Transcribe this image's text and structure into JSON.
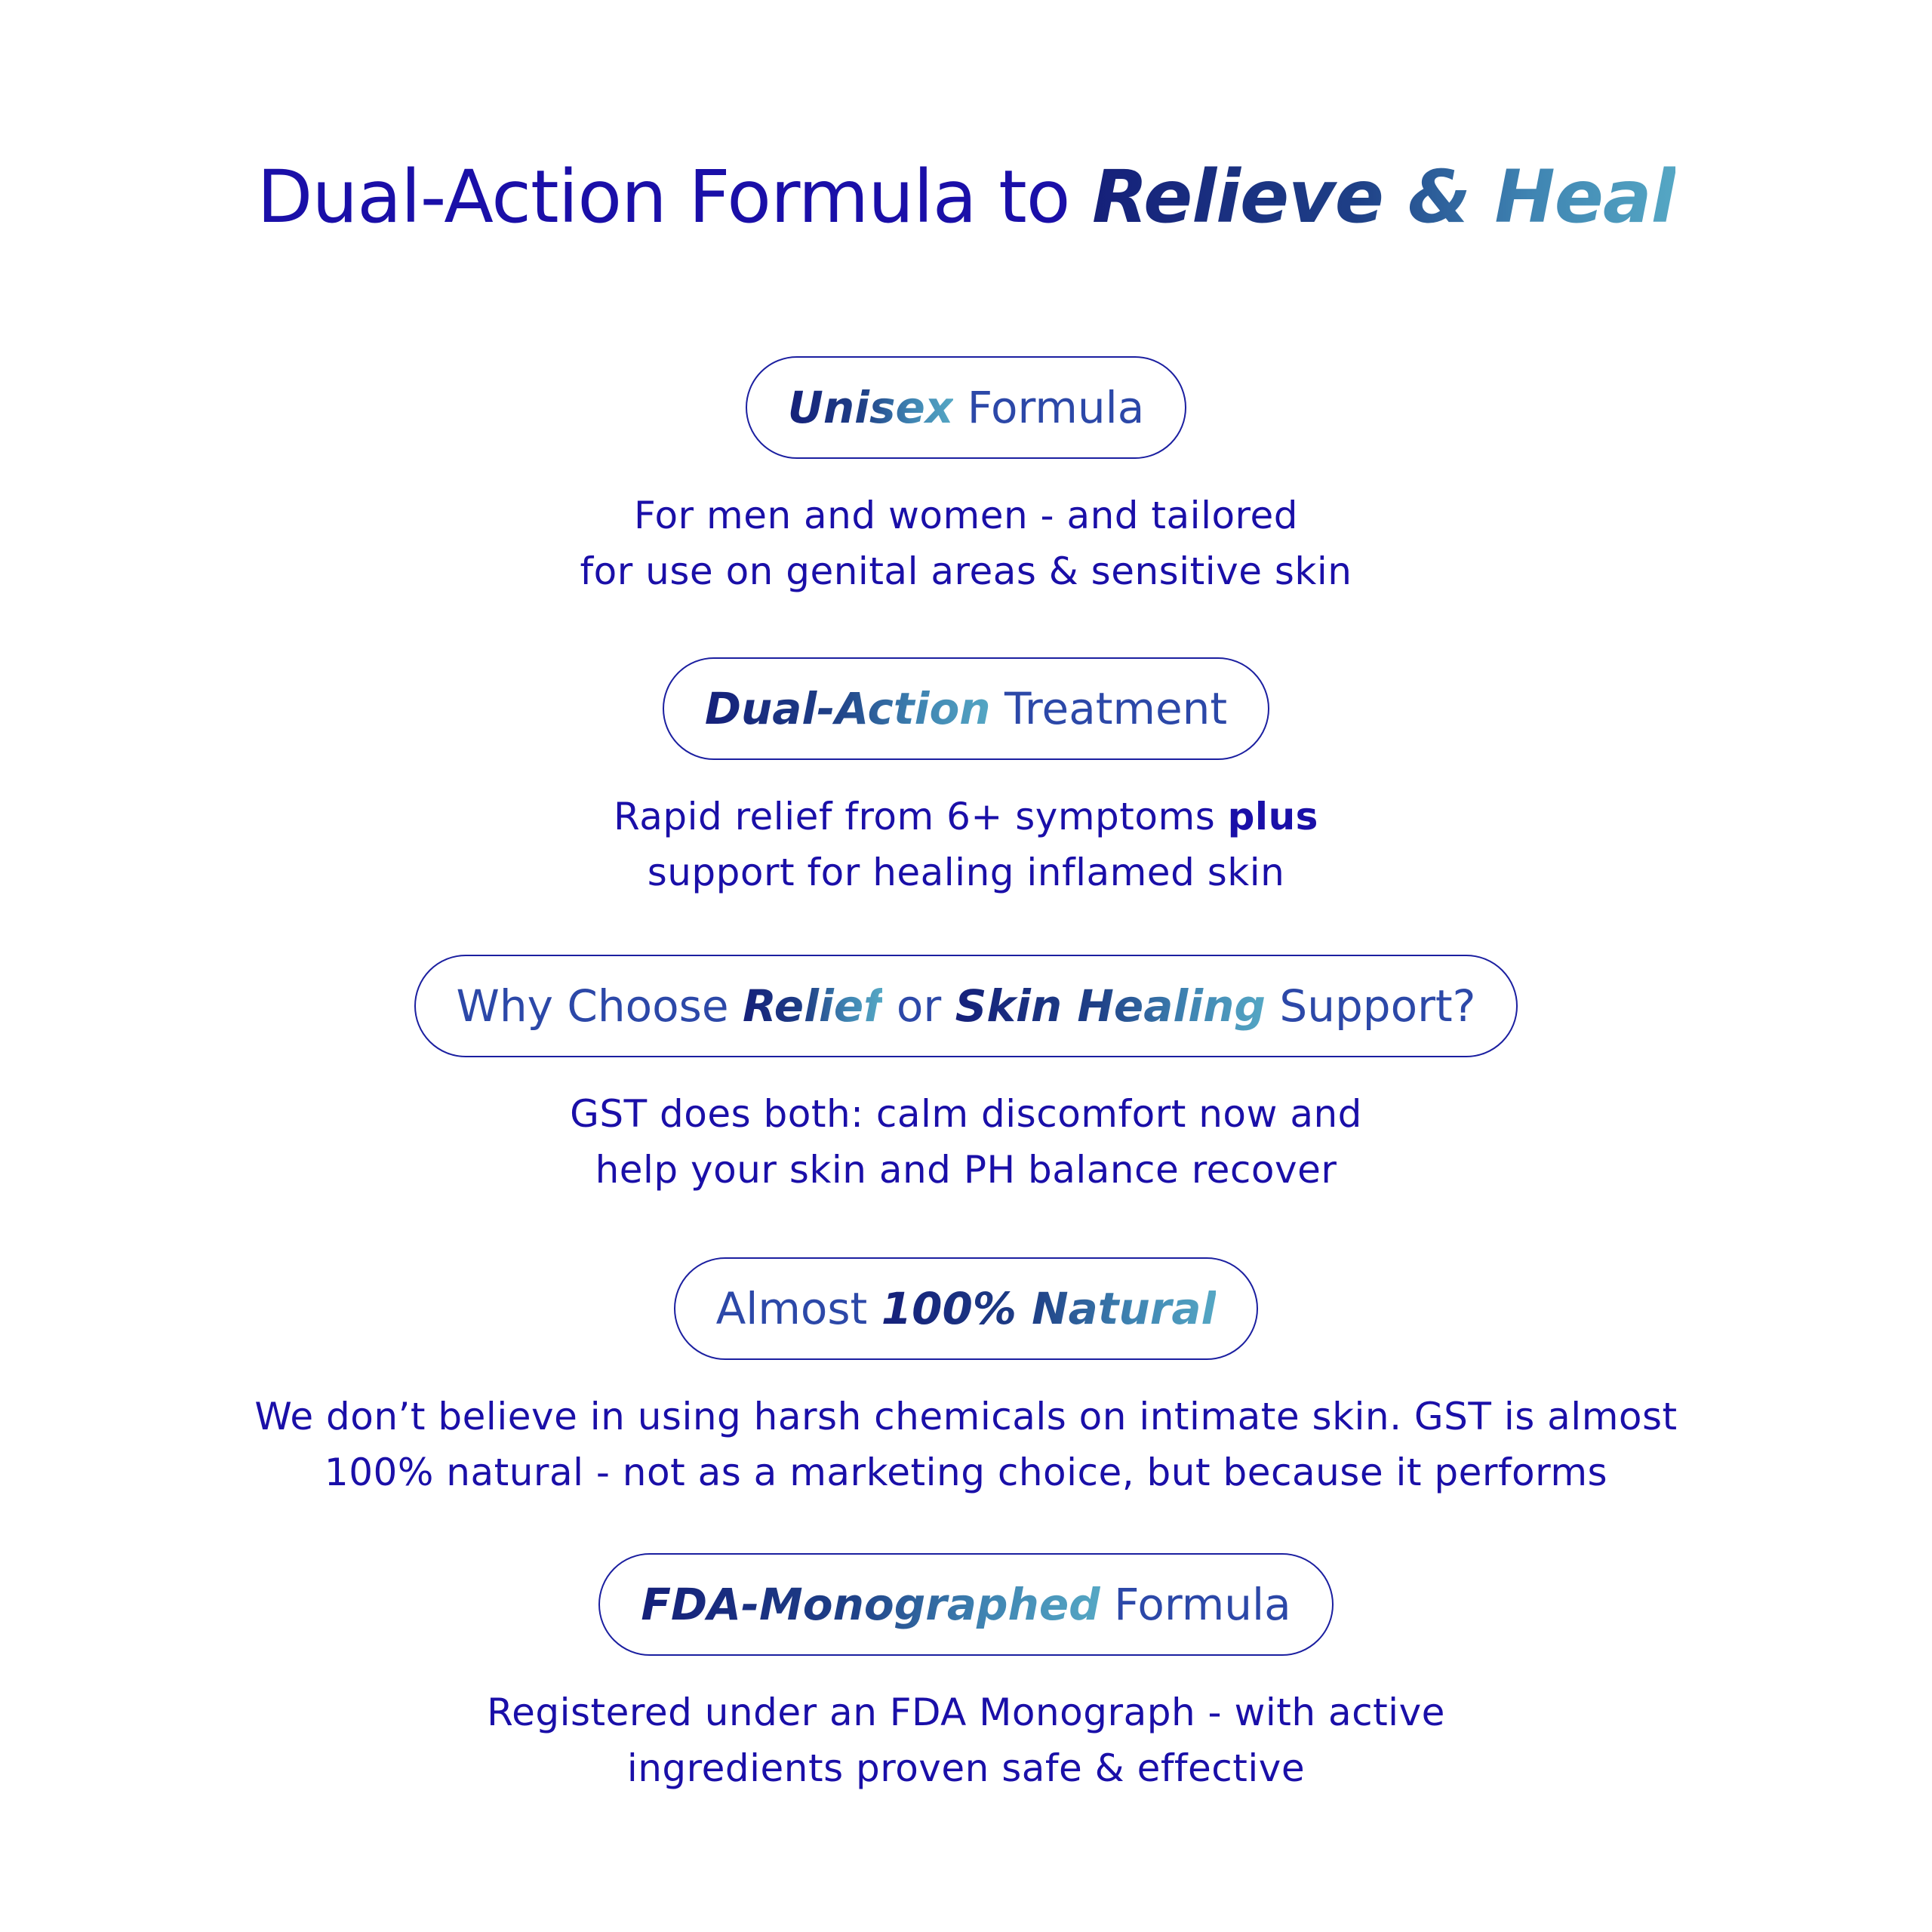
{
  "headline": {
    "plain": "Dual-Action Formula to ",
    "highlight": "Relieve & Heal"
  },
  "features": [
    {
      "pill_strong": "Unisex",
      "pill_plain_after": " Formula",
      "desc_line1": "For men and women - and tailored",
      "desc_line2": "for use on genital areas & sensitive skin"
    },
    {
      "pill_strong": "Dual-Action",
      "pill_plain_after": " Treatment",
      "desc_line1_a": "Rapid relief from 6+ symptoms ",
      "desc_line1_bold": "plus",
      "desc_line2": "support for healing inflamed skin"
    },
    {
      "pill_plain_before": "Why Choose ",
      "pill_strong": "Relief",
      "pill_plain_mid": " or ",
      "pill_strong2": "Skin Healing",
      "pill_plain_after": " Support?",
      "desc_line1": "GST does both: calm discomfort now and",
      "desc_line2": "help your skin and PH balance recover"
    },
    {
      "pill_plain_before": "Almost ",
      "pill_strong": "100% Natural",
      "desc_line1": "We don’t believe in using harsh chemicals on intimate skin. GST is almost",
      "desc_line2": "100% natural - not as a marketing choice, but because it performs"
    },
    {
      "pill_strong": "FDA-Monographed",
      "pill_plain_after": " Formula",
      "desc_line1": "Registered under an FDA Monograph - with active",
      "desc_line2": "ingredients proven safe & effective"
    }
  ],
  "colors": {
    "primary_text": "#1a0fa8",
    "pill_border": "#1b1fa0",
    "gradient_start": "#15207a",
    "gradient_end": "#55a7c4"
  }
}
